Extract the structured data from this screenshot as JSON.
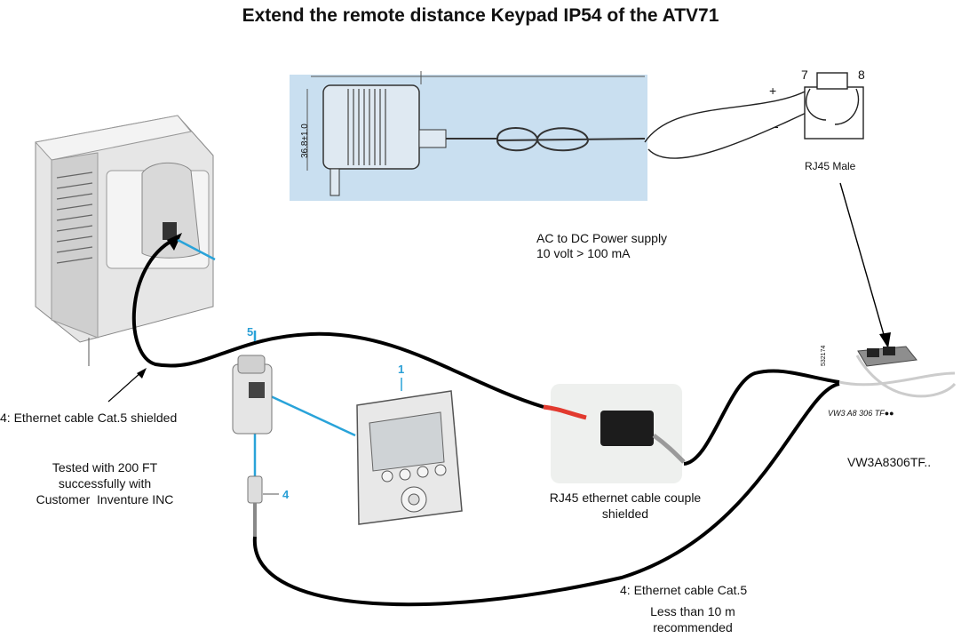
{
  "title": "Extend the remote distance Keypad IP54 of the ATV71",
  "power_supply": {
    "dimension": "36.8±1.0",
    "label_line1": "AC to DC Power supply",
    "label_line2": "10 volt > 100 mA",
    "plus": "+",
    "minus": "-"
  },
  "rj45_male": {
    "pin_a": "7",
    "pin_b": "8",
    "label": "RJ45 Male"
  },
  "adapter": {
    "code_small": "VW3 A8 306 TF●●",
    "code": "VW3A8306TF..",
    "side_code": "532174"
  },
  "cable_left": {
    "label": "4: Ethernet cable Cat.5 shielded"
  },
  "test_note": {
    "line1": "Tested with 200 FT",
    "line2": "successfully with",
    "line3": "Customer  Inventure INC"
  },
  "coupler": {
    "label_line1": "RJ45 ethernet cable couple",
    "label_line2": "shielded"
  },
  "cable_bottom": {
    "line1": "4: Ethernet cable Cat.5",
    "line2": "Less than 10 m",
    "line3": "recommended"
  },
  "callouts": {
    "door_kit": "5",
    "keypad": "1",
    "cable": "4"
  }
}
